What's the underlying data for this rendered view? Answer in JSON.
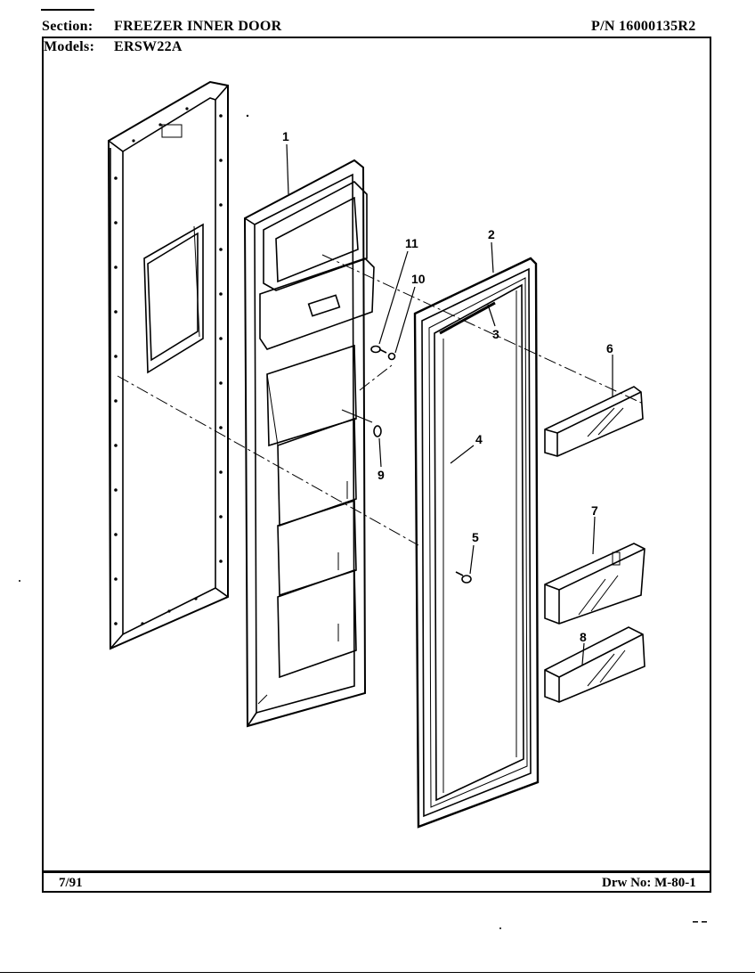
{
  "header": {
    "section_label": "Section:",
    "section_value": "FREEZER INNER DOOR",
    "models_label": "Models:",
    "models_value": "ERSW22A",
    "part_number": "P/N 16000135R2"
  },
  "footer": {
    "date": "7/91",
    "drawing_number": "Drw No: M-80-1"
  },
  "callouts": {
    "c1": "1",
    "c2": "2",
    "c3": "3",
    "c4": "4",
    "c5": "5",
    "c6": "6",
    "c7": "7",
    "c8": "8",
    "c9": "9",
    "c10": "10",
    "c11": "11"
  }
}
